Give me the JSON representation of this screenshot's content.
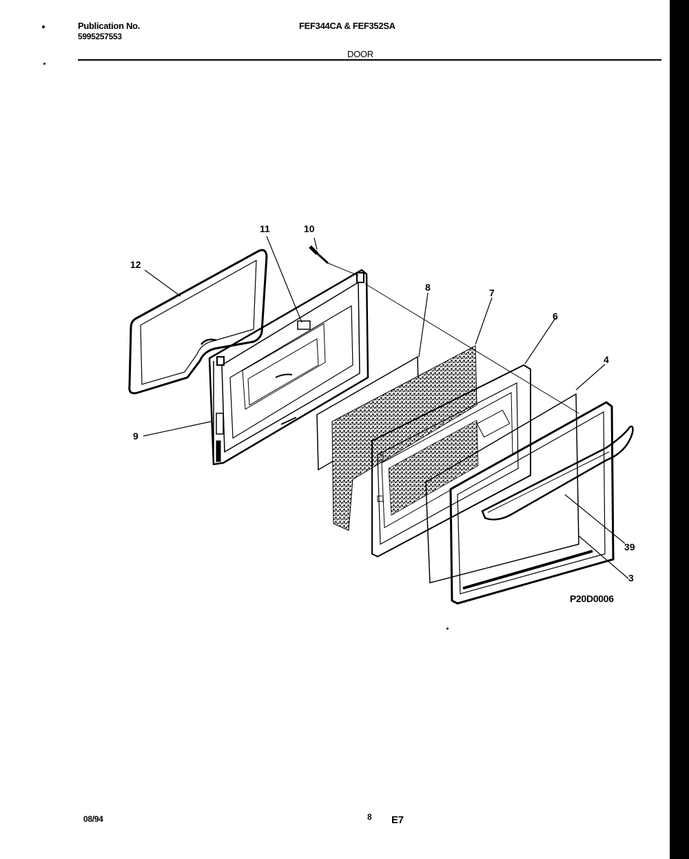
{
  "header": {
    "publication_label": "Publication No.",
    "publication_number": "5995257553",
    "models": "FEF344CA & FEF352SA",
    "section_title": "DOOR"
  },
  "callouts": {
    "c12": "12",
    "c11": "11",
    "c10": "10",
    "c8": "8",
    "c7": "7",
    "c6": "6",
    "c4": "4",
    "c9": "9",
    "c39": "39",
    "c3": "3"
  },
  "diagram_code": "P20D0006",
  "footer": {
    "date": "08/94",
    "page": "8",
    "code": "E7"
  }
}
